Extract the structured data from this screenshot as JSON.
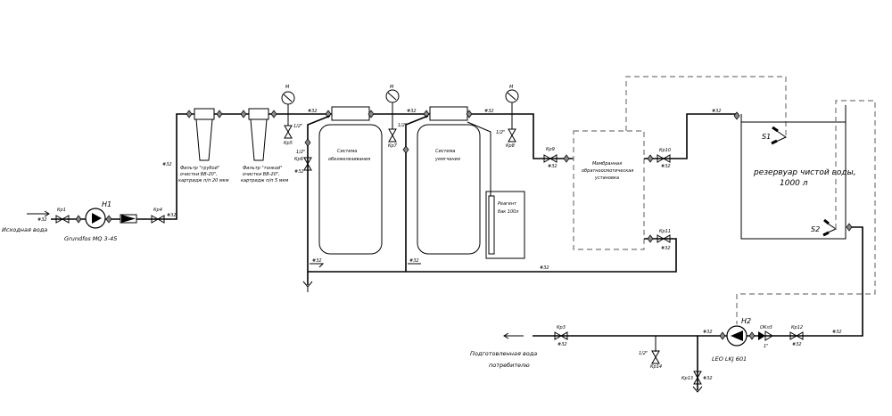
{
  "colors": {
    "line": "#000000",
    "signal_line": "#777777",
    "background": "#ffffff"
  },
  "inlet": {
    "label": "Исходная вода",
    "dn": "#32"
  },
  "pump1": {
    "tag": "Н1",
    "model": "Grundfos MQ 3-45"
  },
  "valves": {
    "kr1": "Кр1",
    "kr3": "Кр3",
    "kr4": "Кр4",
    "kr5": "Кр5",
    "kr6": "Кр6",
    "kr7": "Кр7",
    "kr8": "Кр8",
    "kr9": "Кр9",
    "kr10": "Кр10",
    "kr11": "Кр11",
    "kr12": "Кр12",
    "kr13": "Кр13",
    "kr14": "Кр14",
    "ok3": "ОКл3"
  },
  "sizes": {
    "dn32": "#32",
    "half": "1/2\"",
    "one": "1\""
  },
  "gauge": "М",
  "filter1": {
    "l1": "Фильтр \"грубой\"",
    "l2": "очистки ВВ-20\",",
    "l3": "картридж п/п 20 мкм"
  },
  "filter2": {
    "l1": "Фильтр \"тонкой\"",
    "l2": "очистки ВВ-20\",",
    "l3": "картридж п/п 5 мкм"
  },
  "deferrization": {
    "l1": "Система",
    "l2": "обезжелезивания"
  },
  "softening": {
    "l1": "Система",
    "l2": "умягчения"
  },
  "reagent": {
    "l1": "Реагент",
    "l2": "бак 100л"
  },
  "membrane": {
    "l1": "Мембранная",
    "l2": "обратноосмотическая",
    "l3": "установка"
  },
  "clean_tank": {
    "l1": "резервуар чистой воды,",
    "l2": "1000 л",
    "s1": "S1",
    "s2": "S2"
  },
  "pump2": {
    "tag": "Н2",
    "model": "LEO LKJ 601"
  },
  "outlet": {
    "l1": "Подготовленная вода",
    "l2": "потребителю"
  }
}
